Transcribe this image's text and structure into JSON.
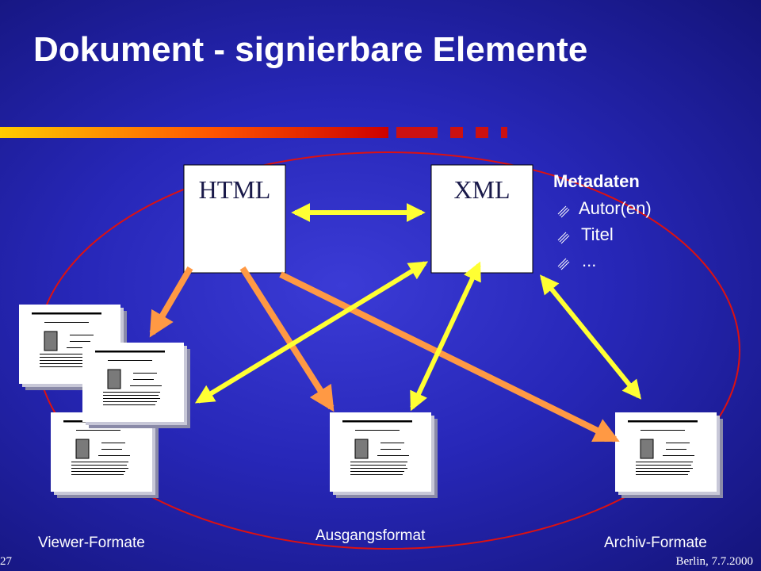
{
  "slide": {
    "title": "Dokument - signierbare Elemente",
    "page_number": "27",
    "footer_right": "Berlin, 7.7.2000"
  },
  "boxes": {
    "html_label": "HTML",
    "xml_label": "XML"
  },
  "metadata": {
    "heading": "Metadaten",
    "items": [
      "Autor(en)",
      "Titel",
      "..."
    ],
    "bullet_icon": "pencil-bullet-icon"
  },
  "captions": {
    "viewer": "Viewer-Formate",
    "source": "Ausgangsformat",
    "archive": "Archiv-Formate"
  },
  "colors": {
    "yellow_arrow": "#ffff33",
    "orange_arrow": "#ff9944",
    "ellipse": "#dd1111",
    "title_bar_orange": "#ff9900",
    "title_bar_red": "#cc0000"
  }
}
